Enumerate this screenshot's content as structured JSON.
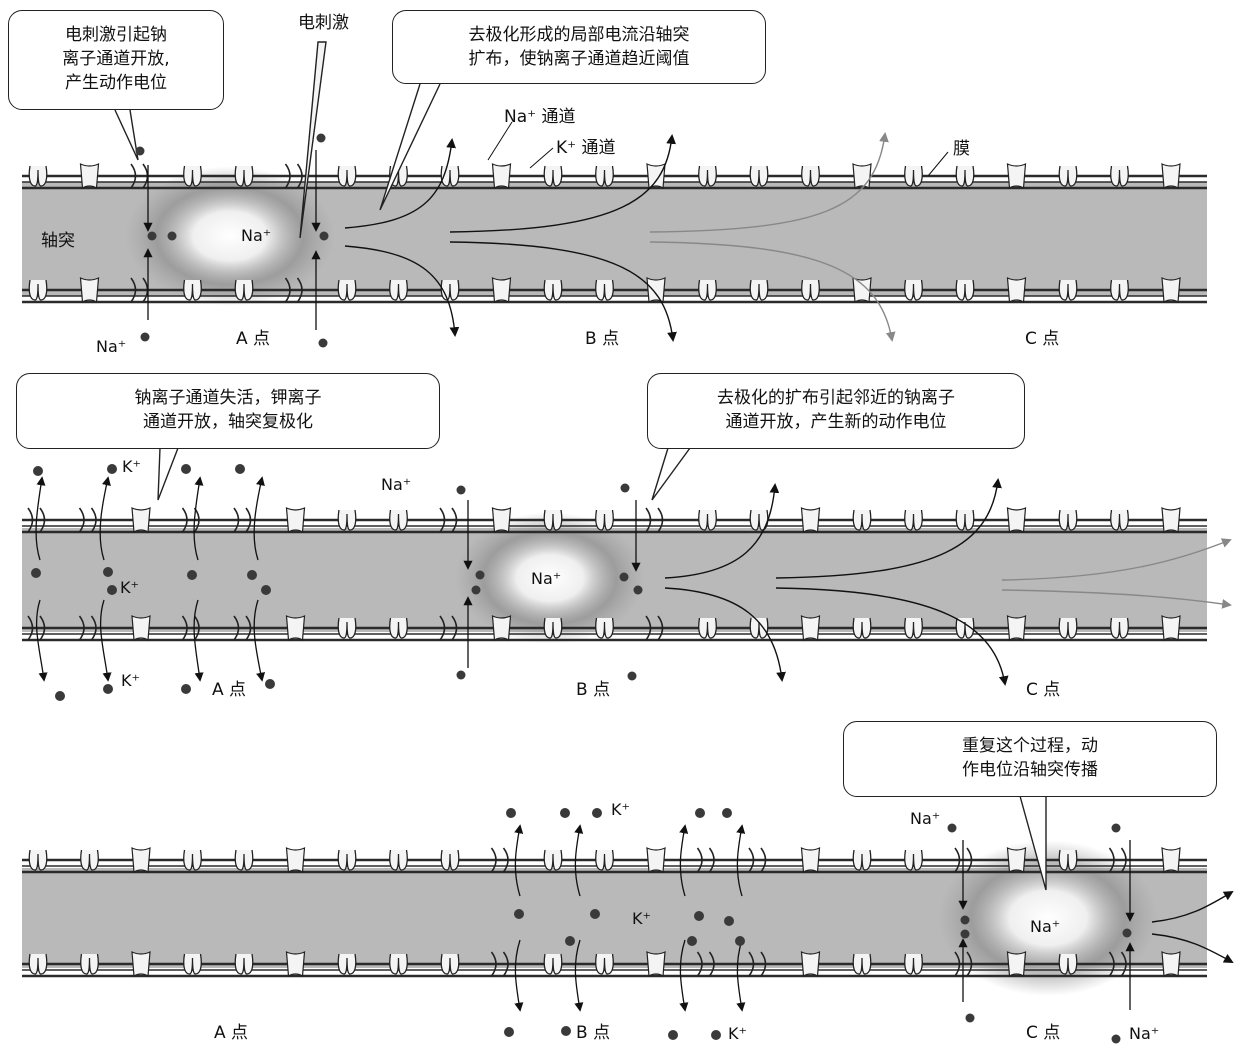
{
  "colors": {
    "axon": "#b9b9b9",
    "membrane": "#2b2b2b",
    "channel_fill": "#f4f4f4",
    "ion": "#3a3a3a",
    "glow": "#ffffff"
  },
  "panels": [
    {
      "callouts": [
        {
          "text": "电刺激引起钠\n离子通道开放,\n产生动作电位"
        },
        {
          "text": "去极化形成的局部电流沿轴突\n扩布，使钠离子通道趋近阈值"
        }
      ],
      "labels": {
        "stimulus": "电刺激",
        "axon": "轴突",
        "na_channel": "Na⁺ 通道",
        "k_channel": "K⁺ 通道",
        "membrane": "膜",
        "point_a": "A 点",
        "point_b": "B 点",
        "point_c": "C 点"
      },
      "ions": [
        {
          "text": "Na⁺"
        },
        {
          "text": "Na⁺"
        }
      ]
    },
    {
      "callouts": [
        {
          "text": "钠离子通道失活，钾离子\n通道开放，轴突复极化"
        },
        {
          "text": "去极化的扩布引起邻近的钠离子\n通道开放，产生新的动作电位"
        }
      ],
      "labels": {
        "point_a": "A 点",
        "point_b": "B 点",
        "point_c": "C 点"
      },
      "ions": [
        {
          "text": "K⁺"
        },
        {
          "text": "Na⁺"
        },
        {
          "text": "K⁺"
        },
        {
          "text": "Na⁺"
        },
        {
          "text": "K⁺"
        }
      ]
    },
    {
      "callouts": [
        {
          "text": "重复这个过程，动\n作电位沿轴突传播"
        }
      ],
      "labels": {
        "point_a": "A 点",
        "point_b": "B 点",
        "point_c": "C 点"
      },
      "ions": [
        {
          "text": "K⁺"
        },
        {
          "text": "Na⁺"
        },
        {
          "text": "K⁺"
        },
        {
          "text": "Na⁺"
        },
        {
          "text": "K⁺"
        },
        {
          "text": "Na⁺"
        }
      ]
    }
  ]
}
